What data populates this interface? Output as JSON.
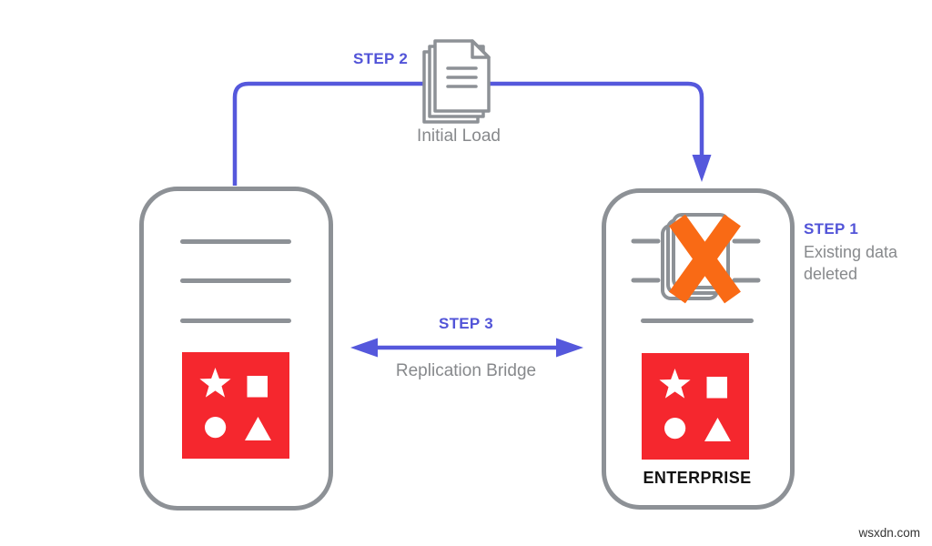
{
  "labels": {
    "step1": {
      "title": "STEP 1",
      "description": "Existing data deleted"
    },
    "step2": {
      "title": "STEP 2",
      "caption": "Initial Load"
    },
    "step3": {
      "title": "STEP 3",
      "caption": "Replication Bridge"
    }
  },
  "cards": {
    "source": {
      "label": ""
    },
    "target": {
      "label": "ENTERPRISE"
    }
  },
  "watermark": "wsxdn.com",
  "colors": {
    "accent_blue": "#5558DC",
    "outline_gray": "#8D9196",
    "text_gray": "#87898C",
    "logo_red": "#F5272E",
    "delete_orange": "#F96A15",
    "enterprise_text": "#131313"
  },
  "icons": {
    "top_center": "documents-stack-icon",
    "target_top": "deleted-documents-icon",
    "logo_shapes": [
      "star",
      "square",
      "circle",
      "triangle"
    ]
  }
}
